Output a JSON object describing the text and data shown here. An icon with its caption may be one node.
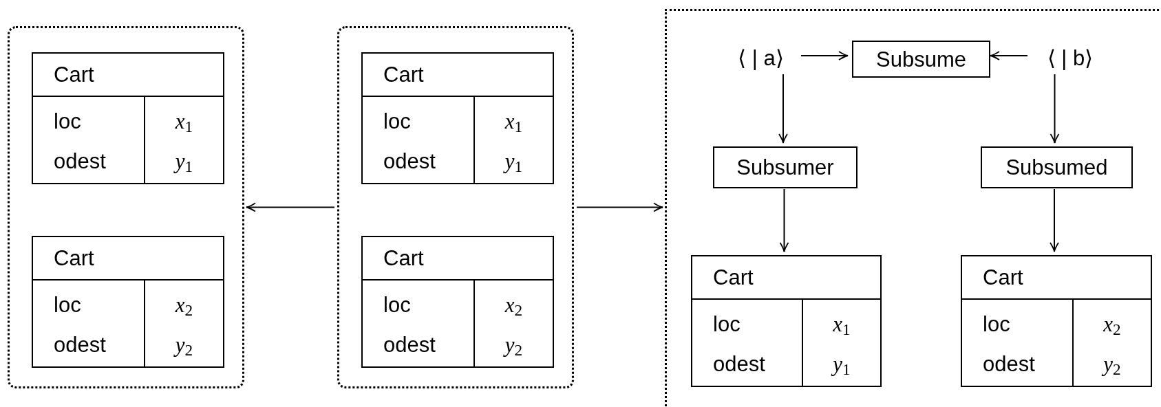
{
  "diagram": {
    "nodes": [
      {
        "text": [],
        "shape": "box"
      },
      {
        "text": [
          "Cart",
          "loc",
          "*x*$_{1}$",
          "odest",
          "*y*$_{1}$"
        ],
        "in": 0
      },
      {
        "text": [
          "Cart",
          "loc",
          "*x*$_{2}$",
          "odest",
          "*y*$_{2}$"
        ],
        "in": 0
      },
      {
        "text": [],
        "shape": "box"
      },
      {
        "text": [
          "Cart",
          "loc",
          "*x*$_{1}$",
          "odest",
          "*y*$_{1}$"
        ],
        "in": 3
      },
      {
        "text": [
          "Cart",
          "loc",
          "*x*$_{2}$",
          "odest",
          "*y*$_{2}$"
        ],
        "in": 3
      },
      {
        "text": [],
        "shape": "box"
      },
      {
        "text": [
          "⟨ | a⟩"
        ],
        "in": 6
      },
      {
        "text": [
          "Subsume"
        ],
        "in": 6
      },
      {
        "text": [
          "⟨ | b⟩"
        ],
        "in": 6
      },
      {
        "text": [
          "Subsumer"
        ],
        "in": 6
      },
      {
        "text": [
          "Subsumed"
        ],
        "in": 6
      },
      {
        "text": [
          "Cart",
          "loc",
          "*x*$_{1}$",
          "odest",
          "*y*$_{1}$"
        ],
        "in": 6
      },
      {
        "text": [
          "Cart",
          "loc",
          "*x*$_{2}$",
          "odest",
          "*y*$_{2}$"
        ],
        "in": 6
      }
    ],
    "edges": [
      {
        "from": 3,
        "to": 0,
        "arrow": "to"
      },
      {
        "from": 3,
        "to": 6,
        "arrow": "to"
      },
      {
        "from": 7,
        "to": 8,
        "arrow": "to"
      },
      {
        "from": 9,
        "to": 8,
        "arrow": "to"
      },
      {
        "from": 7,
        "to": 10,
        "arrow": "to"
      },
      {
        "from": 9,
        "to": 11,
        "arrow": "to"
      },
      {
        "from": 10,
        "to": 12,
        "arrow": "to"
      },
      {
        "from": 11,
        "to": 13,
        "arrow": "to"
      }
    ]
  }
}
